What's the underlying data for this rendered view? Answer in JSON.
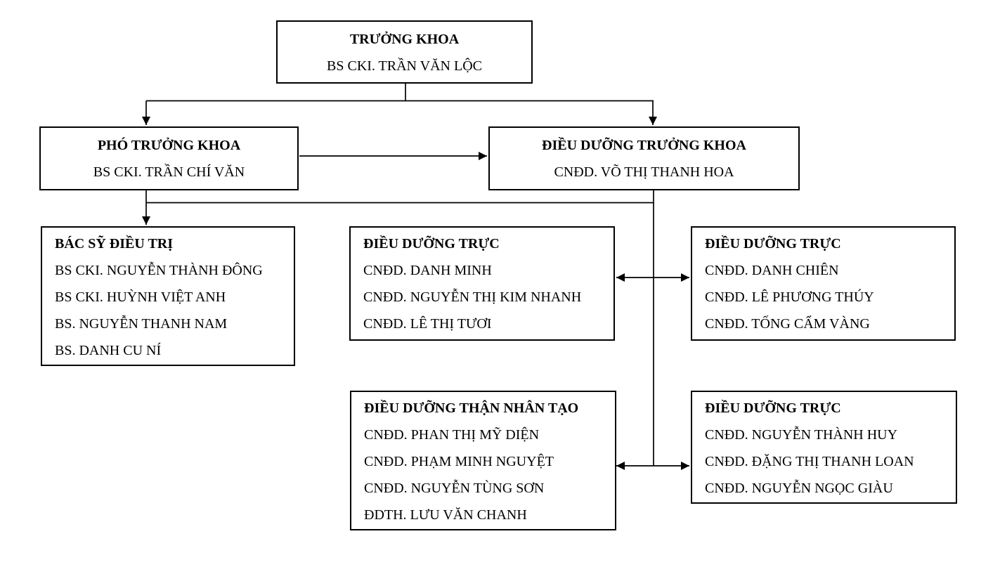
{
  "page": {
    "type": "organizational-chart",
    "background_color": "#ffffff",
    "line_color": "#000000",
    "text_color": "#000000"
  },
  "nodes": {
    "head": {
      "title": "TRƯỞNG KHOA",
      "members": [
        "BS CKI. TRẦN VĂN LỘC"
      ]
    },
    "deputy": {
      "title": "PHÓ TRƯỞNG KHOA",
      "members": [
        "BS CKI. TRẦN CHÍ VĂN"
      ]
    },
    "chief_nurse": {
      "title": "ĐIỀU DƯỠNG TRƯỞNG KHOA",
      "members": [
        "CNĐD. VÕ THỊ THANH HOA"
      ]
    },
    "doctors": {
      "title": "BÁC SỸ ĐIỀU TRỊ",
      "members": [
        "BS CKI. NGUYỄN THÀNH ĐÔNG",
        "BS CKI. HUỲNH VIỆT ANH",
        "BS. NGUYỄN THANH NAM",
        "BS. DANH CU NÍ"
      ]
    },
    "duty_nurses_1": {
      "title": "ĐIỀU DƯỠNG TRỰC",
      "members": [
        "CNĐD. DANH MINH",
        "CNĐD. NGUYỄN THỊ KIM NHANH",
        "CNĐD. LÊ THỊ TƯƠI"
      ]
    },
    "duty_nurses_2": {
      "title": "ĐIỀU DƯỠNG TRỰC",
      "members": [
        "CNĐD. DANH CHIÊN",
        "CNĐD. LÊ PHƯƠNG THÚY",
        "CNĐD. TỐNG CẨM VÀNG"
      ]
    },
    "dialysis_nurses": {
      "title": "ĐIỀU DƯỠNG THẬN NHÂN TẠO",
      "members": [
        "CNĐD. PHAN THỊ MỸ DIỆN",
        "CNĐD. PHẠM MINH NGUYỆT",
        "CNĐD. NGUYỄN TÙNG SƠN",
        "ĐDTH. LƯU VĂN CHANH"
      ]
    },
    "duty_nurses_3": {
      "title": "ĐIỀU DƯỠNG TRỰC",
      "members": [
        "CNĐD. NGUYỄN THÀNH HUY",
        "CNĐD. ĐẶNG THỊ THANH LOAN",
        "CNĐD. NGUYỄN NGỌC GIÀU"
      ]
    }
  }
}
